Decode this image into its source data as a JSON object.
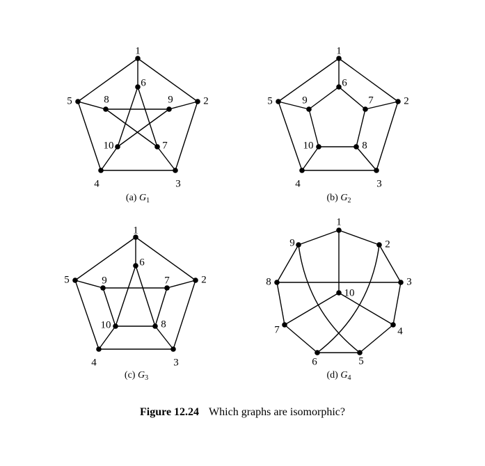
{
  "figure": {
    "number": "Figure 12.24",
    "caption": "Which graphs are isomorphic?"
  },
  "graphs": [
    {
      "id": "G1",
      "label_prefix": "(a) ",
      "label_symbol": "G",
      "label_sub": "1",
      "vertices": [
        "1",
        "2",
        "3",
        "4",
        "5",
        "6",
        "7",
        "8",
        "9",
        "10"
      ],
      "edges": [
        [
          "1",
          "2"
        ],
        [
          "2",
          "3"
        ],
        [
          "3",
          "4"
        ],
        [
          "4",
          "5"
        ],
        [
          "5",
          "1"
        ],
        [
          "1",
          "6"
        ],
        [
          "2",
          "9"
        ],
        [
          "3",
          "7"
        ],
        [
          "4",
          "10"
        ],
        [
          "5",
          "8"
        ],
        [
          "6",
          "7"
        ],
        [
          "7",
          "8"
        ],
        [
          "8",
          "9"
        ],
        [
          "9",
          "10"
        ],
        [
          "10",
          "6"
        ]
      ]
    },
    {
      "id": "G2",
      "label_prefix": "(b) ",
      "label_symbol": "G",
      "label_sub": "2",
      "vertices": [
        "1",
        "2",
        "3",
        "4",
        "5",
        "6",
        "7",
        "8",
        "9",
        "10"
      ],
      "edges": [
        [
          "1",
          "2"
        ],
        [
          "2",
          "3"
        ],
        [
          "3",
          "4"
        ],
        [
          "4",
          "5"
        ],
        [
          "5",
          "1"
        ],
        [
          "1",
          "6"
        ],
        [
          "2",
          "7"
        ],
        [
          "3",
          "8"
        ],
        [
          "4",
          "10"
        ],
        [
          "5",
          "9"
        ],
        [
          "6",
          "7"
        ],
        [
          "7",
          "8"
        ],
        [
          "8",
          "10"
        ],
        [
          "10",
          "9"
        ],
        [
          "9",
          "6"
        ]
      ]
    },
    {
      "id": "G3",
      "label_prefix": "(c) ",
      "label_symbol": "G",
      "label_sub": "3",
      "vertices": [
        "1",
        "2",
        "3",
        "4",
        "5",
        "6",
        "7",
        "8",
        "9",
        "10"
      ],
      "edges": [
        [
          "1",
          "2"
        ],
        [
          "2",
          "3"
        ],
        [
          "3",
          "4"
        ],
        [
          "4",
          "5"
        ],
        [
          "5",
          "1"
        ],
        [
          "1",
          "6"
        ],
        [
          "2",
          "7"
        ],
        [
          "3",
          "8"
        ],
        [
          "4",
          "10"
        ],
        [
          "5",
          "9"
        ],
        [
          "6",
          "10"
        ],
        [
          "6",
          "8"
        ],
        [
          "9",
          "7"
        ],
        [
          "9",
          "10"
        ],
        [
          "10",
          "8"
        ],
        [
          "8",
          "7"
        ]
      ]
    },
    {
      "id": "G4",
      "label_prefix": "(d) ",
      "label_symbol": "G",
      "label_sub": "4",
      "vertices": [
        "1",
        "2",
        "3",
        "4",
        "5",
        "6",
        "7",
        "8",
        "9",
        "10"
      ],
      "edges": [
        [
          "1",
          "2"
        ],
        [
          "2",
          "3"
        ],
        [
          "3",
          "4"
        ],
        [
          "4",
          "5"
        ],
        [
          "5",
          "6"
        ],
        [
          "6",
          "7"
        ],
        [
          "7",
          "8"
        ],
        [
          "8",
          "9"
        ],
        [
          "9",
          "1"
        ],
        [
          "1",
          "10"
        ],
        [
          "8",
          "3"
        ],
        [
          "7",
          "10"
        ],
        [
          "10",
          "4"
        ],
        [
          "9",
          "5"
        ],
        [
          "2",
          "6"
        ]
      ]
    }
  ]
}
